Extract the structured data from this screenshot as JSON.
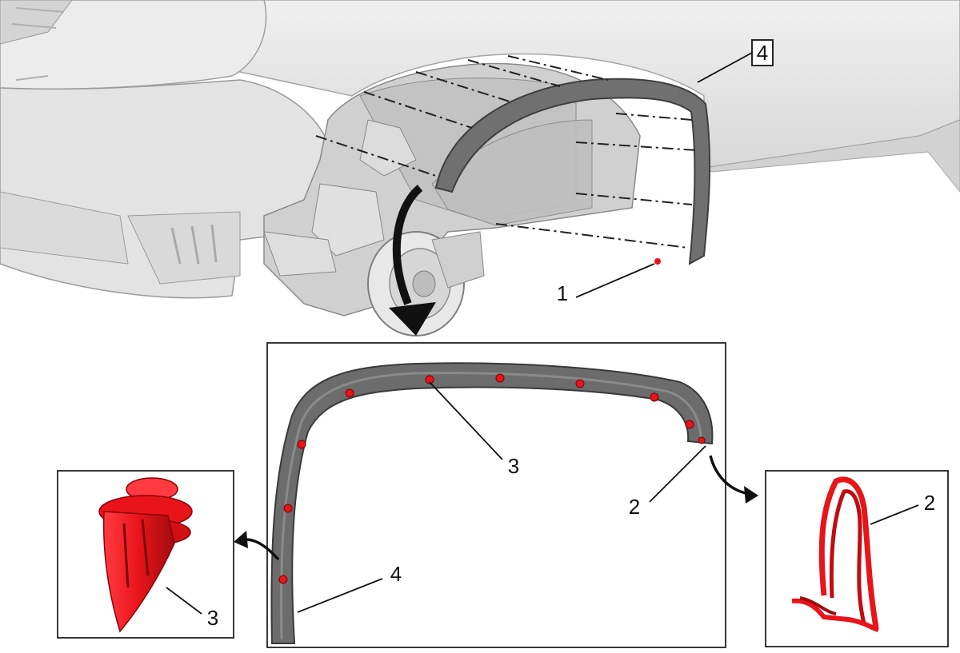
{
  "colors": {
    "background": "#ffffff",
    "vehicle_body": "#e6e6e6",
    "vehicle_shade": "#cfcfcf",
    "vehicle_outline": "#9a9a9a",
    "flare": "#6e6e6e",
    "flare_dark": "#505050",
    "fastener_red": "#e8141a",
    "fastener_dark": "#a00c10",
    "leader": "#111111",
    "frame": "#222222"
  },
  "icons": [
    "vehicle-illustration",
    "wheel-flare",
    "push-pin-retainer",
    "spring-clip",
    "curved-arrow"
  ],
  "callouts": {
    "main_flare": "4",
    "main_clip": "1",
    "detail_retainer": "3",
    "detail_clip": "2",
    "detail_flare": "4",
    "zoom_retainer": "3",
    "zoom_clip": "2"
  }
}
